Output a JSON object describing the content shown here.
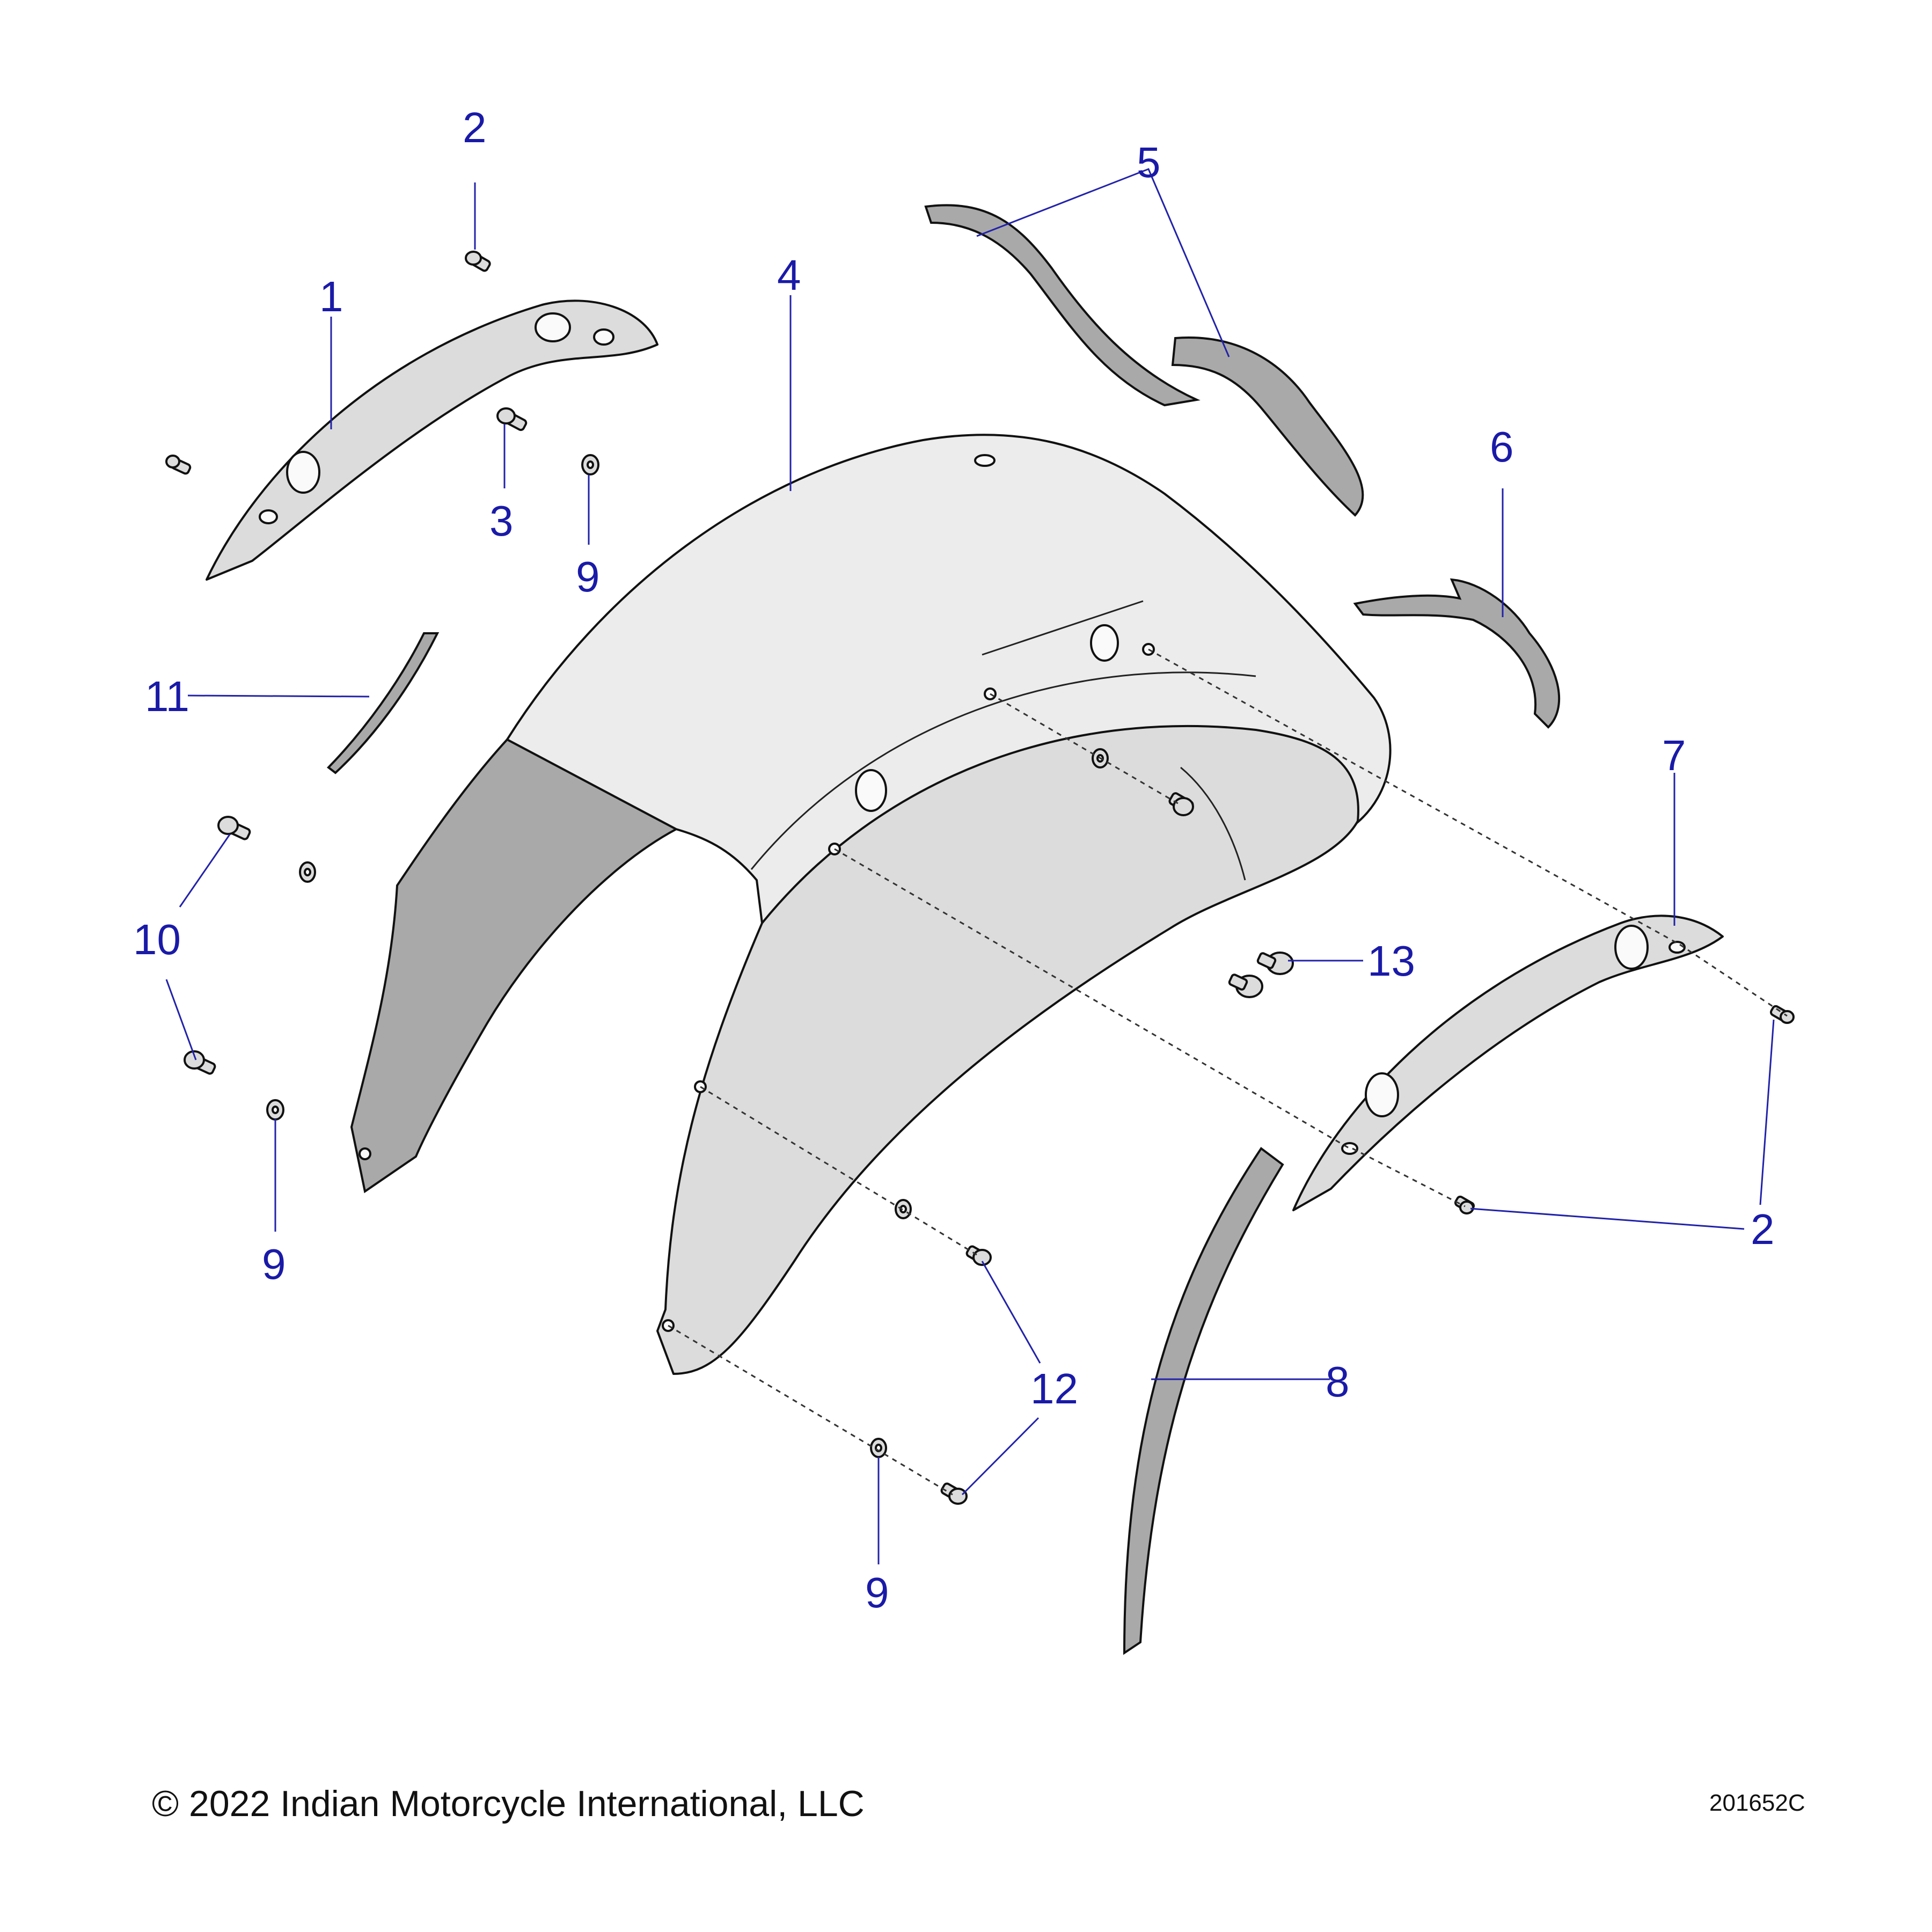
{
  "callouts": {
    "c1": "1",
    "c2a": "2",
    "c2b": "2",
    "c3": "3",
    "c4": "4",
    "c5": "5",
    "c6": "6",
    "c7": "7",
    "c8": "8",
    "c9a": "9",
    "c9b": "9",
    "c9c": "9",
    "c10": "10",
    "c11": "11",
    "c12": "12",
    "c13": "13"
  },
  "footer": {
    "copyright": "© 2022 Indian Motorcycle International, LLC",
    "drawing_id": "201652C"
  },
  "colors": {
    "callout": "#1a1aa8",
    "part_fill": "#dcdcdc",
    "outline": "#111111"
  }
}
